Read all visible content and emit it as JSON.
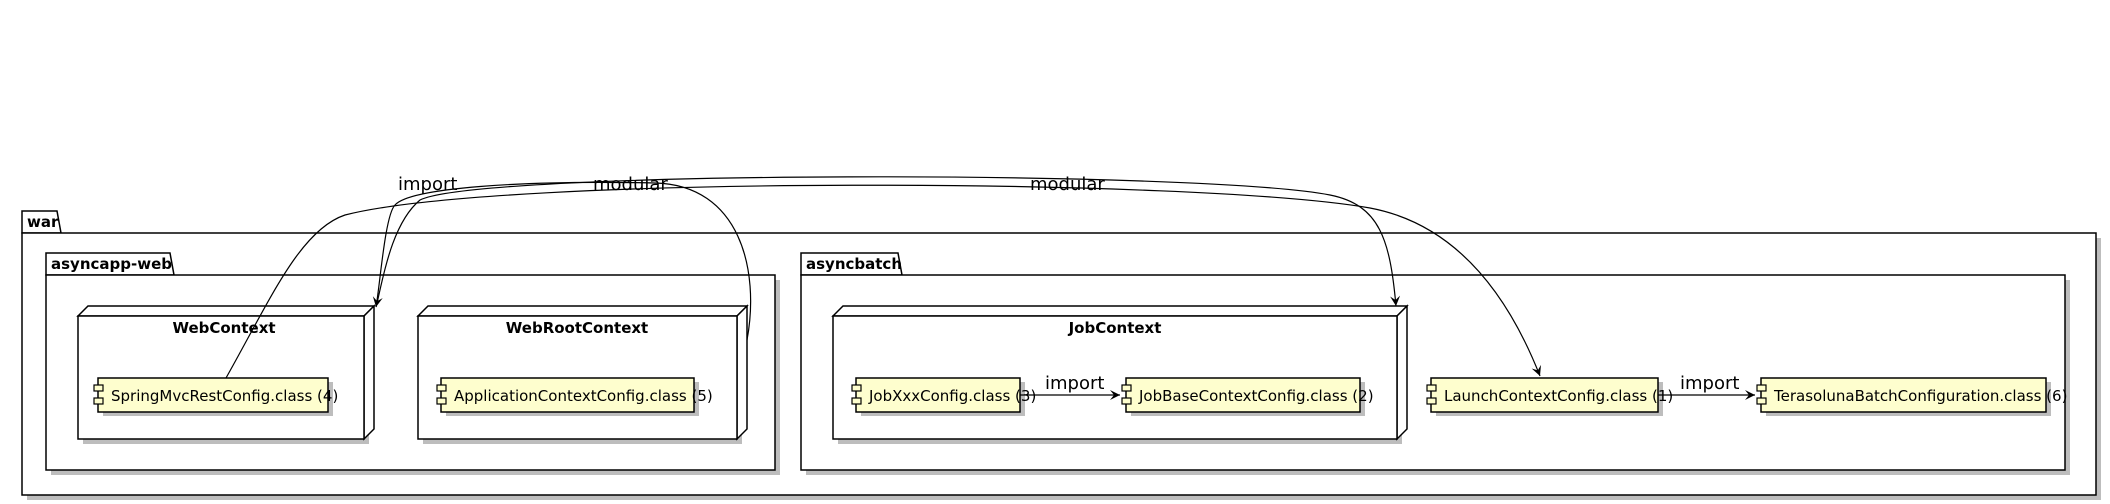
{
  "packages": {
    "war": {
      "label": "war"
    },
    "web": {
      "label": "asyncapp-web"
    },
    "batch": {
      "label": "asyncbatch"
    }
  },
  "nodes": {
    "webcontext": {
      "label": "WebContext"
    },
    "webroot": {
      "label": "WebRootContext"
    },
    "jobcontext": {
      "label": "JobContext"
    }
  },
  "components": {
    "springmvc": {
      "label": "SpringMvcRestConfig.class (4)"
    },
    "appctx": {
      "label": "ApplicationContextConfig.class (5)"
    },
    "jobxxx": {
      "label": "JobXxxConfig.class (3)"
    },
    "jobbase": {
      "label": "JobBaseContextConfig.class (2)"
    },
    "launch": {
      "label": "LaunchContextConfig.class (1)"
    },
    "terasoluna": {
      "label": "TerasolunaBatchConfiguration.class (6)"
    }
  },
  "edges": [
    {
      "id": "springmvc-to-launch",
      "label": "import"
    },
    {
      "id": "webroot-to-webcontext",
      "label": "modular"
    },
    {
      "id": "webcontext-to-jobcontext",
      "label": "modular"
    },
    {
      "id": "jobxxx-to-jobbase",
      "label": "import"
    },
    {
      "id": "launch-to-terasoluna",
      "label": "import"
    }
  ],
  "colors": {
    "component_fill": "#FEFECE",
    "stroke": "#000000",
    "shadow": "#BDBDBD",
    "background": "#FFFFFF"
  }
}
